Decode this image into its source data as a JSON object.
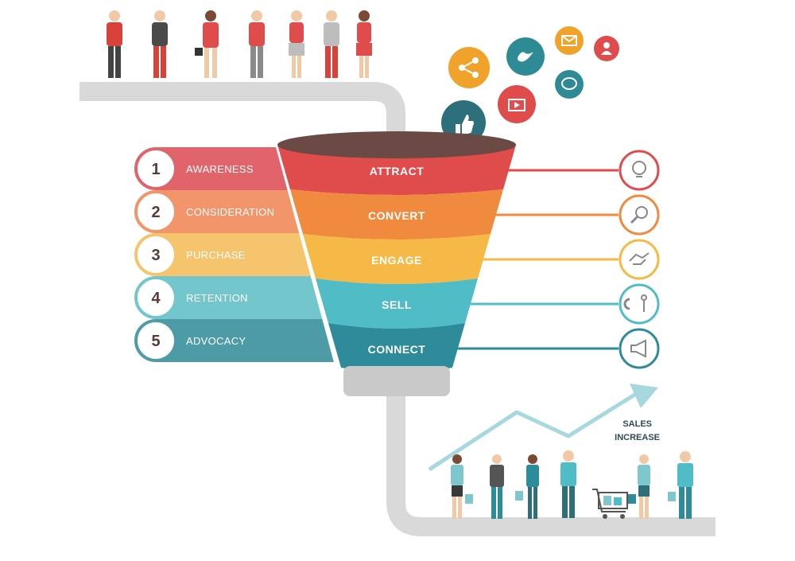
{
  "stages": [
    {
      "number": "1",
      "label": "AWARENESS",
      "color": "#e0646a"
    },
    {
      "number": "2",
      "label": "CONSIDERATION",
      "color": "#f2956a"
    },
    {
      "number": "3",
      "label": "PURCHASE",
      "color": "#f7c46e"
    },
    {
      "number": "4",
      "label": "RETENTION",
      "color": "#72c6cc"
    },
    {
      "number": "5",
      "label": "ADVOCACY",
      "color": "#4e9ba8"
    }
  ],
  "funnel": [
    {
      "label": "ATTRACT",
      "color": "#e04b4b"
    },
    {
      "label": "CONVERT",
      "color": "#f08a3e"
    },
    {
      "label": "ENGAGE",
      "color": "#f6b945"
    },
    {
      "label": "SELL",
      "color": "#4fbcc6"
    },
    {
      "label": "CONNECT",
      "color": "#2d8b9a"
    }
  ],
  "right_icons": [
    "idea-head-icon",
    "magnifier-icon",
    "handshake-icon",
    "magnet-person-icon",
    "megaphone-icon"
  ],
  "social_icons": [
    "share-icon",
    "twitter-bird-icon",
    "mail-icon",
    "user-icon",
    "video-icon",
    "chat-icon",
    "thumbs-up-icon"
  ],
  "sales": {
    "line1": "SALES",
    "line2": "INCREASE"
  },
  "colors": {
    "pipe": "#d9d9d9",
    "funnel_top": "#6b4a45",
    "funnel_neck": "#c9c9c9",
    "trend": "#a8d8df"
  }
}
